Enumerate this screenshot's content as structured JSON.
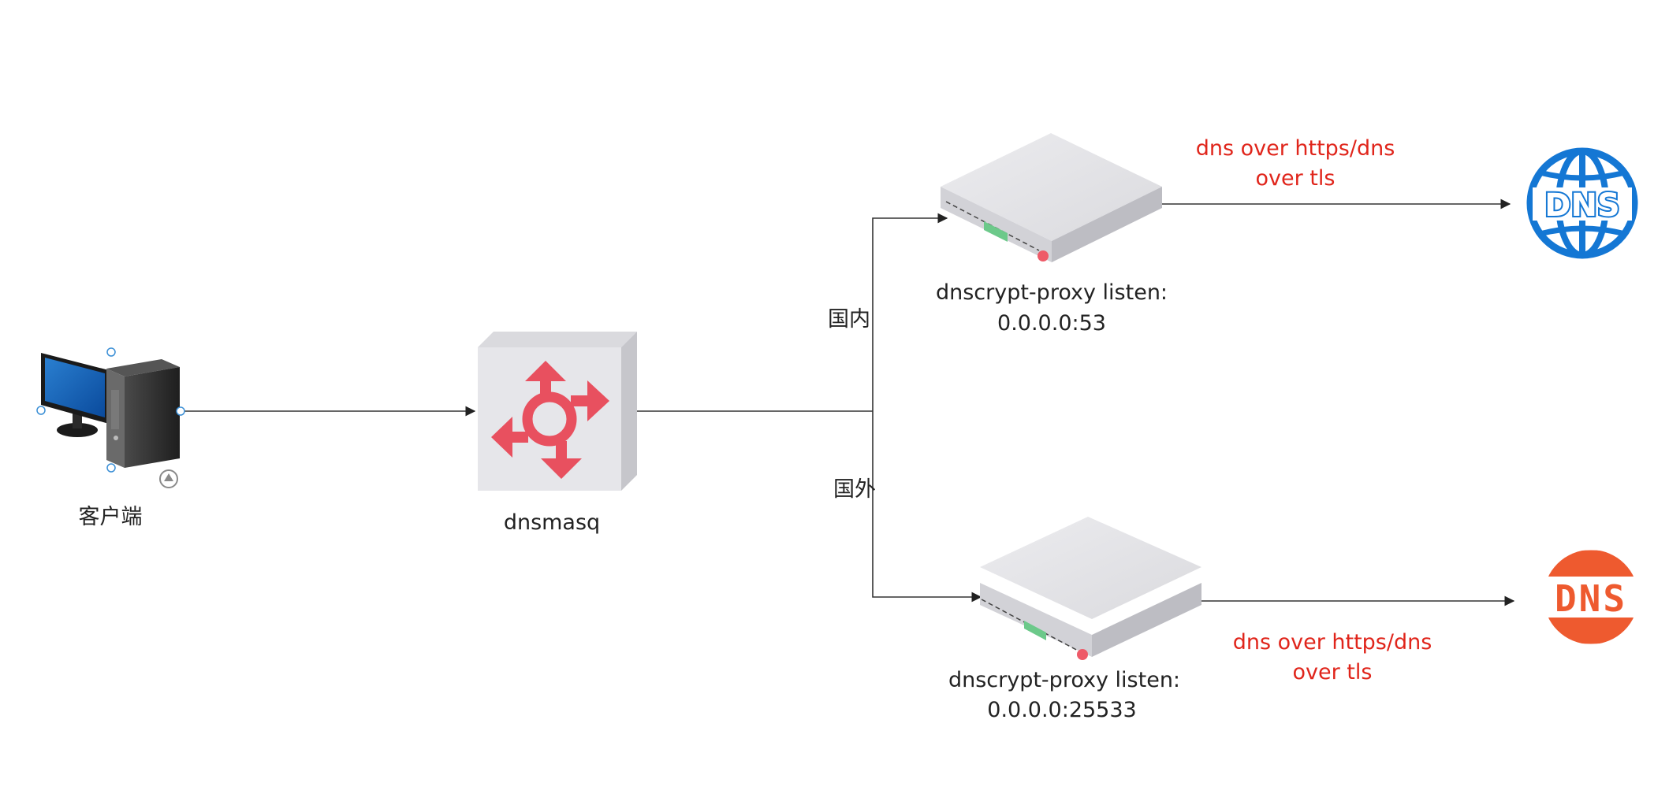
{
  "nodes": {
    "client": {
      "label": "客户端"
    },
    "dnsmasq": {
      "label": "dnsmasq"
    },
    "proxy_domestic": {
      "label_line1": "dnscrypt-proxy listen:",
      "label_line2": "0.0.0.0:53"
    },
    "proxy_foreign": {
      "label_line1": "dnscrypt-proxy listen:",
      "label_line2": "0.0.0.0:25533"
    },
    "dns_blue": {
      "icon_text": "DNS"
    },
    "dns_orange": {
      "icon_text": "DNS"
    }
  },
  "edges": {
    "domestic": {
      "label": "国内"
    },
    "foreign": {
      "label": "国外"
    },
    "upstream_top": {
      "label_line1": "dns over https/dns",
      "label_line2": "over tls"
    },
    "upstream_bottom": {
      "label_line1": "dns over https/dns",
      "label_line2": "over tls"
    }
  },
  "colors": {
    "line": "#333333",
    "annotation_red": "#e0251b",
    "dns_blue": "#1477d4",
    "dns_orange": "#ee5a2f",
    "router_arrows": "#e8505f",
    "selection_handle": "#3b8fd6"
  }
}
